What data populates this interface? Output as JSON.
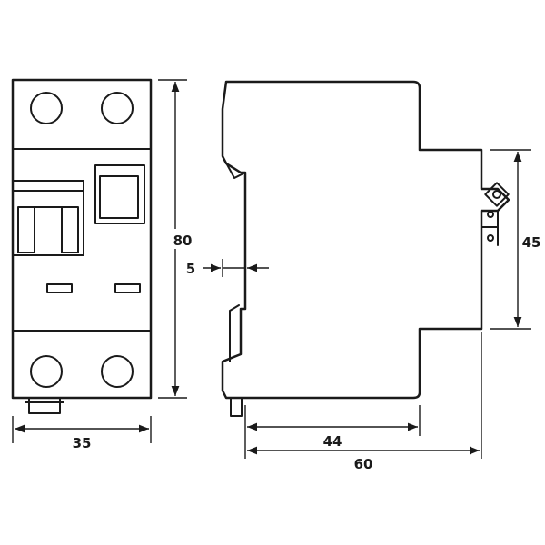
{
  "dimensions": {
    "front_width": "35",
    "front_height": "80",
    "rail_gap": "5",
    "depth_rail_to_front": "44",
    "depth_total": "60",
    "front_face_height": "45"
  }
}
